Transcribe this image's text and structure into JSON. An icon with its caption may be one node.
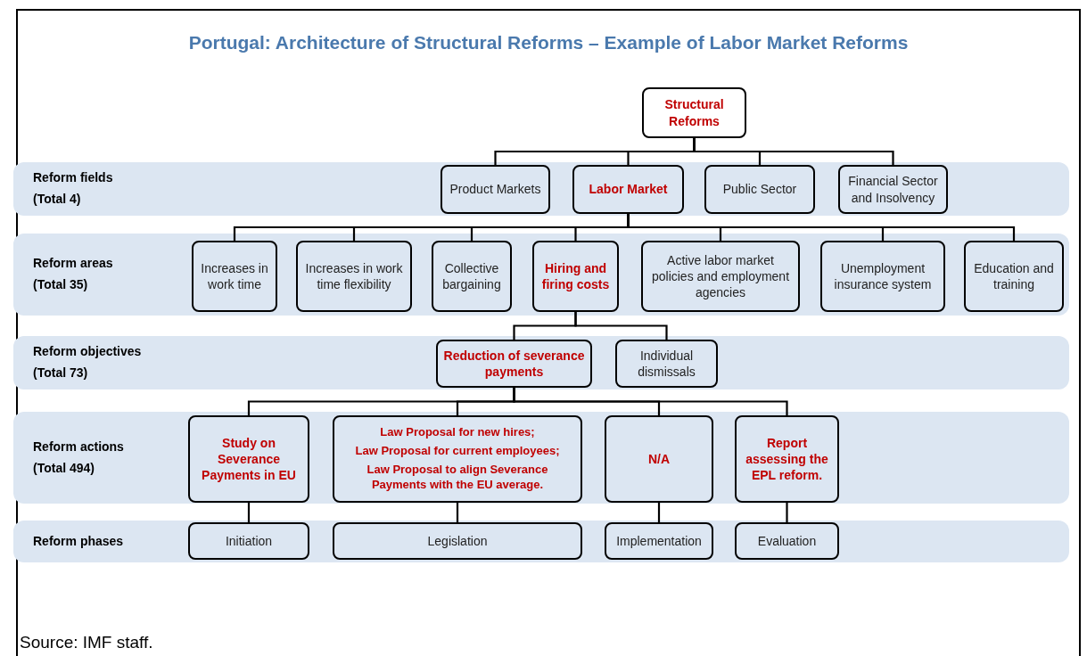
{
  "diagram": {
    "title": "Portugal: Architecture of Structural Reforms – Example of Labor Market Reforms",
    "caption": "Source: IMF staff.",
    "nodes": [
      {
        "text": [
          "Structural Reforms"
        ]
      },
      {
        "text": [
          "Reform fields (Total 4)"
        ]
      },
      {
        "text": [
          "Product Markets"
        ],
        "in": 1
      },
      {
        "text": [
          "Labor Market"
        ],
        "in": 1
      },
      {
        "text": [
          "Public Sector"
        ],
        "in": 1
      },
      {
        "text": [
          "Financial Sector and Insolvency"
        ],
        "in": 1
      },
      {
        "text": [
          "Reform areas (Total 35)"
        ]
      },
      {
        "text": [
          "Increases in work time"
        ],
        "in": 6
      },
      {
        "text": [
          "Increases in work time flexibility"
        ],
        "in": 6
      },
      {
        "text": [
          "Collective bargaining"
        ],
        "in": 6
      },
      {
        "text": [
          "Hiring and firing costs"
        ],
        "in": 6
      },
      {
        "text": [
          "Active labor market policies and employment agencies"
        ],
        "in": 6
      },
      {
        "text": [
          "Unemployment insurance system"
        ],
        "in": 6
      },
      {
        "text": [
          "Education and training"
        ],
        "in": 6
      },
      {
        "text": [
          "Reform objectives (Total 73)"
        ]
      },
      {
        "text": [
          "Reduction of severance payments"
        ],
        "in": 14
      },
      {
        "text": [
          "Individual dismissals"
        ],
        "in": 14
      },
      {
        "text": [
          "Reform actions (Total 494)"
        ]
      },
      {
        "text": [
          "Study on Severance Payments in EU"
        ],
        "in": 17
      },
      {
        "text": [
          "Law Proposal for new hires;",
          "Law Proposal for current employees;",
          "Law Proposal to align Severance Payments with the EU average."
        ],
        "in": 17
      },
      {
        "text": [
          "N/A"
        ],
        "in": 17
      },
      {
        "text": [
          "Report assessing the EPL reform."
        ],
        "in": 17
      },
      {
        "text": [
          "Reform phases"
        ]
      },
      {
        "text": [
          "Initiation"
        ],
        "in": 22
      },
      {
        "text": [
          "Legislation"
        ],
        "in": 22
      },
      {
        "text": [
          "Implementation"
        ],
        "in": 22
      },
      {
        "text": [
          "Evaluation"
        ],
        "in": 22
      }
    ],
    "edges": [
      {
        "from": 0,
        "to": 2,
        "arrow": "none"
      },
      {
        "from": 0,
        "to": 3,
        "arrow": "none"
      },
      {
        "from": 0,
        "to": 4,
        "arrow": "none"
      },
      {
        "from": 0,
        "to": 5,
        "arrow": "none"
      },
      {
        "from": 3,
        "to": 7,
        "arrow": "none"
      },
      {
        "from": 3,
        "to": 8,
        "arrow": "none"
      },
      {
        "from": 3,
        "to": 9,
        "arrow": "none"
      },
      {
        "from": 3,
        "to": 10,
        "arrow": "none"
      },
      {
        "from": 3,
        "to": 11,
        "arrow": "none"
      },
      {
        "from": 3,
        "to": 12,
        "arrow": "none"
      },
      {
        "from": 3,
        "to": 13,
        "arrow": "none"
      },
      {
        "from": 10,
        "to": 15,
        "arrow": "none"
      },
      {
        "from": 10,
        "to": 16,
        "arrow": "none"
      },
      {
        "from": 15,
        "to": 18,
        "arrow": "none"
      },
      {
        "from": 15,
        "to": 19,
        "arrow": "none"
      },
      {
        "from": 15,
        "to": 20,
        "arrow": "none"
      },
      {
        "from": 15,
        "to": 21,
        "arrow": "none"
      },
      {
        "from": 18,
        "to": 23,
        "arrow": "none"
      },
      {
        "from": 19,
        "to": 24,
        "arrow": "none"
      },
      {
        "from": 20,
        "to": 25,
        "arrow": "none"
      },
      {
        "from": 21,
        "to": 26,
        "arrow": "none"
      }
    ]
  }
}
